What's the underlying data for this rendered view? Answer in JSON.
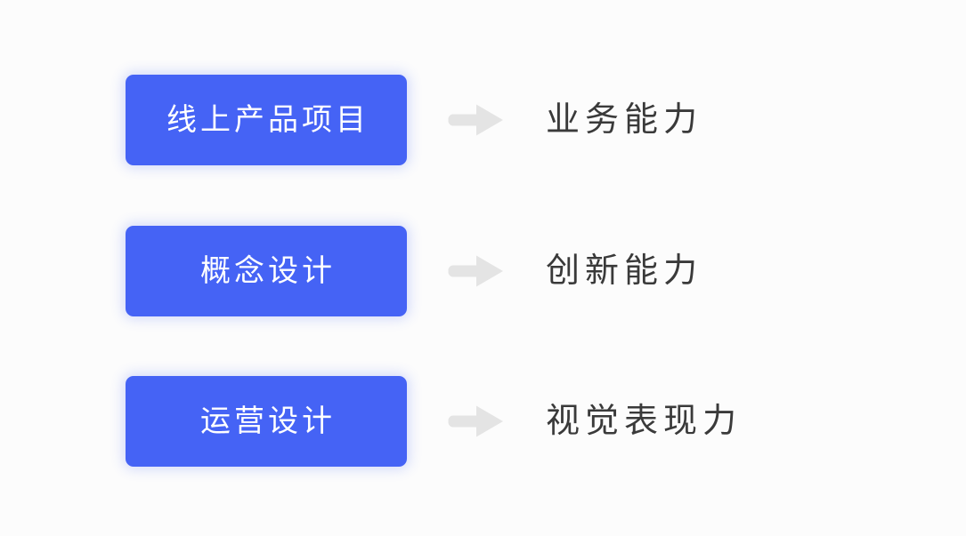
{
  "theme": {
    "background": "#fcfcfc",
    "chip_color": "#4563f5",
    "chip_text_color": "#ffffff",
    "arrow_color": "#e4e4e4",
    "outcome_text_color": "#3a3a3a"
  },
  "diagram": {
    "rows": [
      {
        "source": "线上产品项目",
        "arrow": "arrow-right-icon",
        "outcome": "业务能力"
      },
      {
        "source": "概念设计",
        "arrow": "arrow-right-icon",
        "outcome": "创新能力"
      },
      {
        "source": "运营设计",
        "arrow": "arrow-right-icon",
        "outcome": "视觉表现力"
      }
    ]
  },
  "watermark": {
    "text": ""
  }
}
